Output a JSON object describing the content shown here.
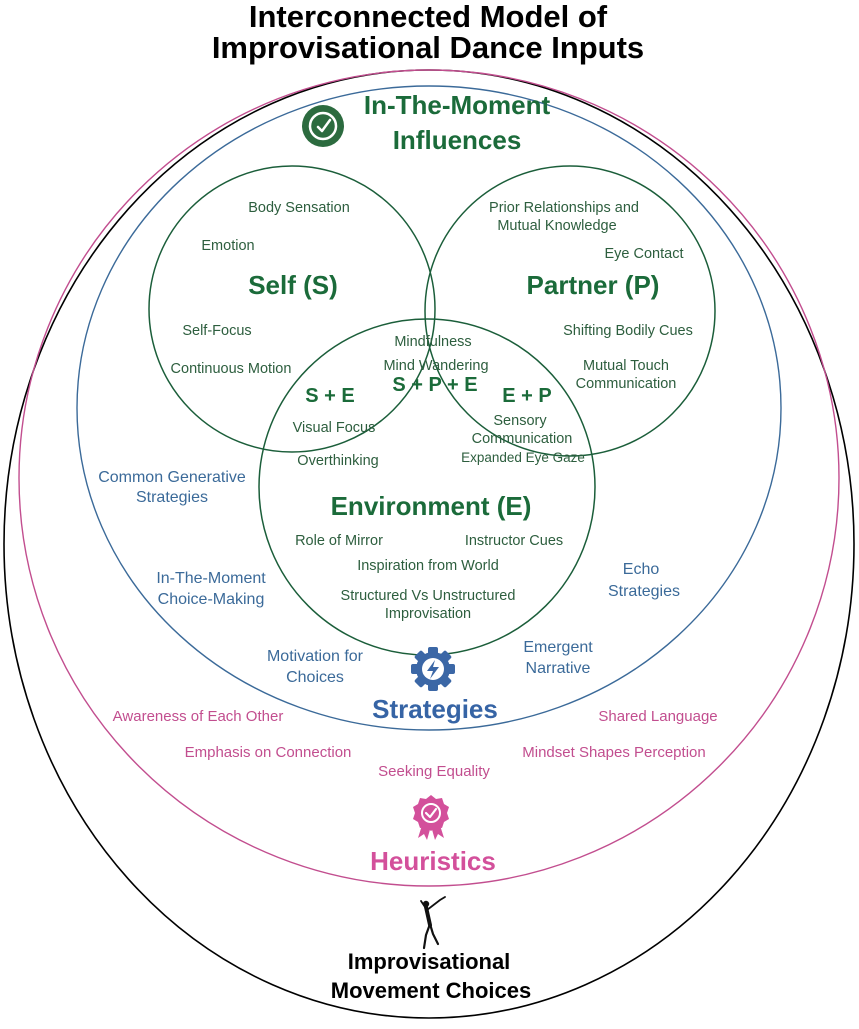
{
  "title": [
    "Interconnected Model of",
    "Improvisational Dance Inputs"
  ],
  "influences": {
    "title": [
      "In-The-Moment",
      "Influences"
    ],
    "icon": "clock-check-icon",
    "self": {
      "label": "Self (S)",
      "items": [
        "Body Sensation",
        "Emotion",
        "Self-Focus",
        "Continuous Motion"
      ]
    },
    "partner": {
      "label": "Partner (P)",
      "items": [
        "Prior Relationships and",
        "Mutual Knowledge",
        "Eye Contact",
        "Shifting Bodily Cues",
        "Mutual Touch",
        "Communication"
      ]
    },
    "environment": {
      "label": "Environment (E)",
      "items": [
        "Role of Mirror",
        "Instructor Cues",
        "Inspiration from World",
        "Structured Vs Unstructured",
        "Improvisation"
      ]
    },
    "self_env": {
      "label": "S + E",
      "items": [
        "Visual Focus",
        "Overthinking"
      ]
    },
    "env_partner": {
      "label": "E + P",
      "items": [
        "Sensory",
        "Communication",
        "Expanded Eye Gaze"
      ]
    },
    "all": {
      "label": "S + P + E",
      "items": [
        "Mindfulness",
        "Mind Wandering"
      ]
    }
  },
  "strategies": {
    "title": "Strategies",
    "icon": "gear-lightning-icon",
    "items": [
      "Common Generative",
      "Strategies",
      "In-The-Moment",
      "Choice-Making",
      "Motivation for",
      "Choices",
      "Emergent",
      "Narrative",
      "Echo",
      "Strategies"
    ]
  },
  "heuristics": {
    "title": "Heuristics",
    "icon": "award-badge-icon",
    "items": [
      "Awareness of Each Other",
      "Shared Language",
      "Emphasis on Connection",
      "Mindset Shapes Perception",
      "Seeking Equality"
    ]
  },
  "outcome": {
    "title": [
      "Improvisational",
      "Movement Choices"
    ],
    "icon": "dancer-icon"
  },
  "colors": {
    "influences": "#1b6b3a",
    "strategies": "#3664a5",
    "heuristics": "#d3509b",
    "outcome": "#000000"
  }
}
